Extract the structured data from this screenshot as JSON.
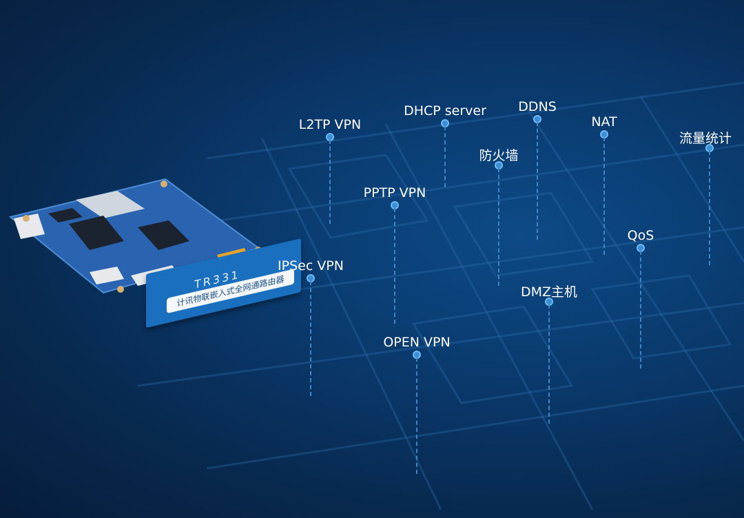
{
  "product": {
    "model": "TR331",
    "description": "计讯物联嵌入式全网通路由器"
  },
  "features": [
    {
      "label": "L2TP VPN"
    },
    {
      "label": "DHCP server"
    },
    {
      "label": "DDNS"
    },
    {
      "label": "NAT"
    },
    {
      "label": "流量统计"
    },
    {
      "label": "防火墙"
    },
    {
      "label": "PPTP VPN"
    },
    {
      "label": "QoS"
    },
    {
      "label": "IPSec VPN"
    },
    {
      "label": "DMZ主机"
    },
    {
      "label": "OPEN VPN"
    }
  ],
  "colors": {
    "background": "#0a3a6e",
    "accent": "#3a8fd6"
  }
}
